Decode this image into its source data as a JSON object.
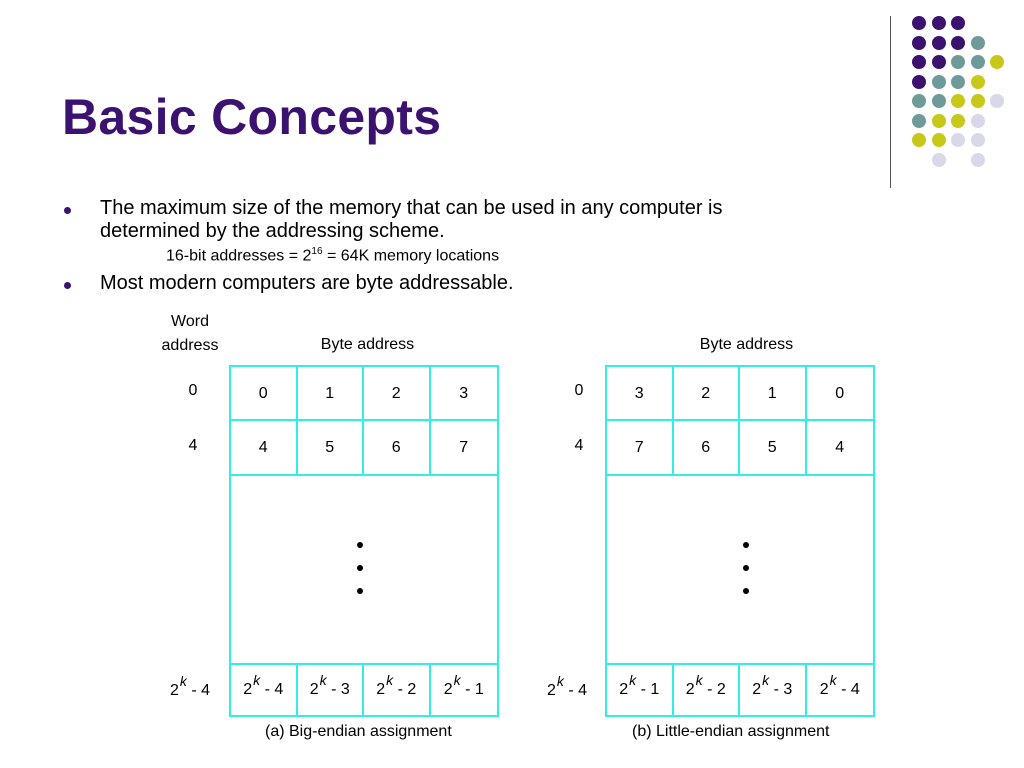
{
  "slide": {
    "title": "Basic Concepts",
    "bullets": [
      {
        "line1": "The maximum size of the memory that can be used in any computer is",
        "line2": "determined by the addressing scheme."
      },
      {
        "line1": "Most modern computers are byte addressable."
      }
    ],
    "sub": {
      "prefix": "16-bit addresses = 2",
      "exp": "16",
      "suffix": " = 64K memory locations"
    }
  },
  "diagram": {
    "word_address_label": [
      "Word",
      "address"
    ],
    "byte_address_label": "Byte address",
    "big": {
      "word_addrs": [
        "0",
        "4"
      ],
      "last_word_addr": {
        "base": "2",
        "exp": "k",
        "tail": "- 4"
      },
      "rows": [
        [
          "0",
          "1",
          "2",
          "3"
        ],
        [
          "4",
          "5",
          "6",
          "7"
        ]
      ],
      "last_row": [
        {
          "base": "2",
          "exp": "k",
          "tail": "- 4"
        },
        {
          "base": "2",
          "exp": "k",
          "tail": "- 3"
        },
        {
          "base": "2",
          "exp": "k",
          "tail": "- 2"
        },
        {
          "base": "2",
          "exp": "k",
          "tail": "- 1"
        }
      ],
      "caption": "(a) Big-endian assignment"
    },
    "little": {
      "word_addrs": [
        "0",
        "4"
      ],
      "last_word_addr": {
        "base": "2",
        "exp": "k",
        "tail": "- 4"
      },
      "rows": [
        [
          "3",
          "2",
          "1",
          "0"
        ],
        [
          "7",
          "6",
          "5",
          "4"
        ]
      ],
      "last_row": [
        {
          "base": "2",
          "exp": "k",
          "tail": "- 1"
        },
        {
          "base": "2",
          "exp": "k",
          "tail": "- 2"
        },
        {
          "base": "2",
          "exp": "k",
          "tail": "- 3"
        },
        {
          "base": "2",
          "exp": "k",
          "tail": "- 4"
        }
      ],
      "caption": "(b) Little-endian assignment"
    }
  },
  "theme": {
    "title_color": "#3b1270",
    "table_border": "#33ecec",
    "dot_colors": [
      "#3b1270",
      "#6e9a9a",
      "#c8c81a",
      "#d8d8e8"
    ]
  }
}
